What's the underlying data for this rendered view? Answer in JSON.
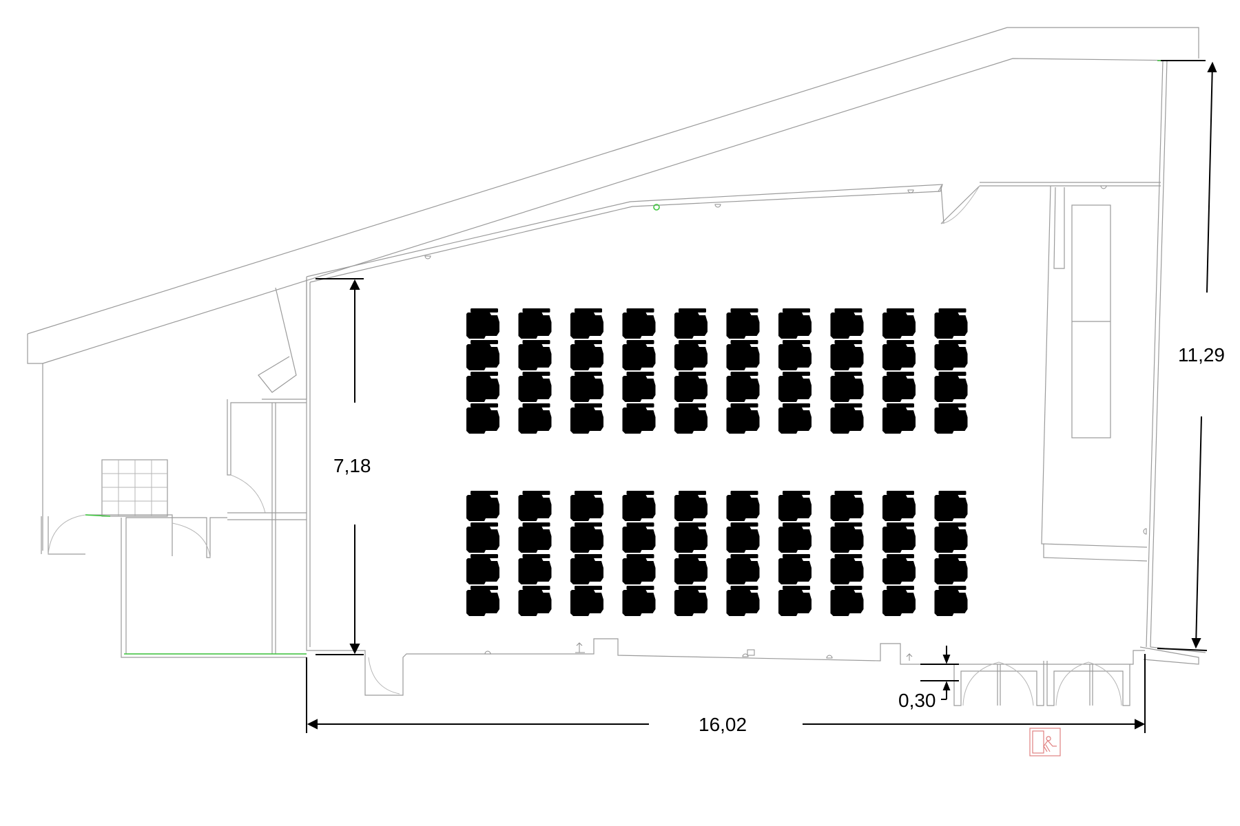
{
  "dimensions": {
    "length": "16,02",
    "depth": "11,29",
    "room_width": "7,18",
    "step_offset": "0,30"
  },
  "seating": {
    "blocks": 2,
    "rows_per_block": 4,
    "columns": 10,
    "total_seats": 80
  },
  "icons": {
    "chair": "classroom-chair-icon",
    "emergency_exit": "emergency-exit-sign-icon",
    "light": "wall-light-icon"
  },
  "colors": {
    "walls": "#9a9a9a",
    "dimensions": "#000000",
    "highlight": "#3ec63e",
    "exit_sign": "#e08080"
  }
}
